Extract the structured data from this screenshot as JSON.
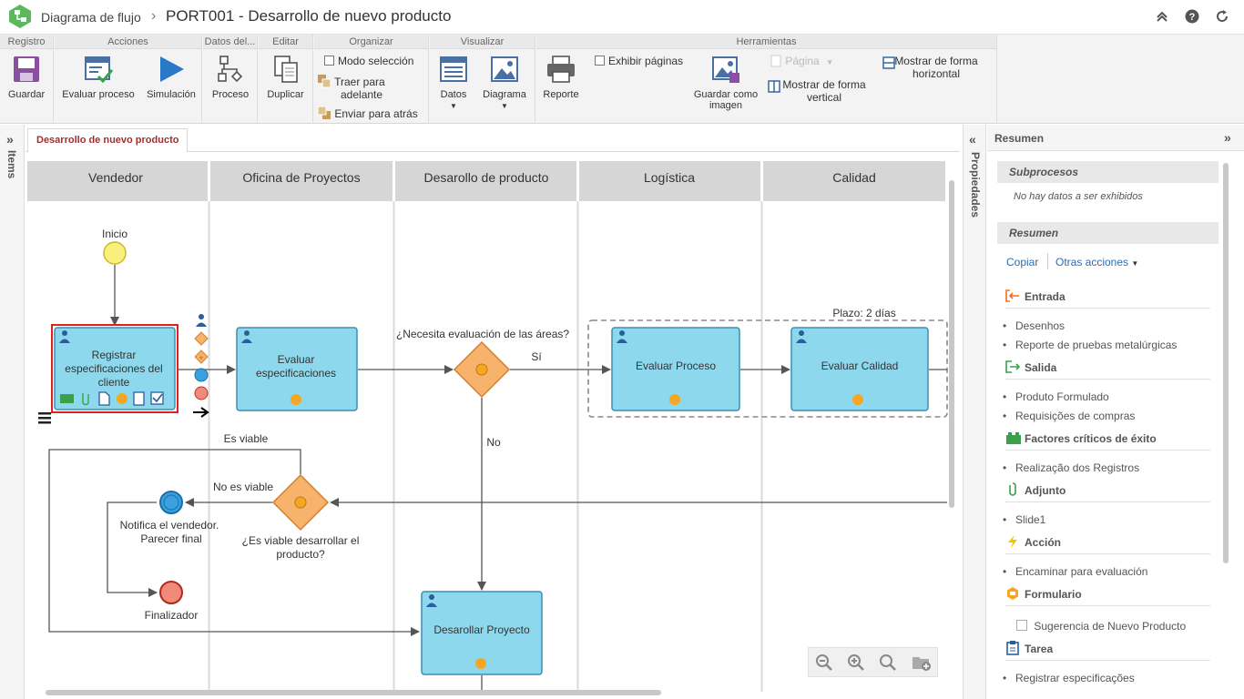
{
  "header": {
    "breadcrumb": "Diagrama de flujo",
    "title": "PORT001 - Desarrollo de nuevo producto"
  },
  "ribbon": {
    "groups": {
      "registro": "Registro",
      "acciones": "Acciones",
      "datos_del": "Datos del...",
      "editar": "Editar",
      "organizar": "Organizar",
      "visualizar": "Visualizar",
      "herramientas": "Herramientas"
    },
    "buttons": {
      "guardar": "Guardar",
      "evaluar_proceso": "Evaluar proceso",
      "simulacion": "Simulación",
      "proceso": "Proceso",
      "duplicar": "Duplicar",
      "modo_seleccion": "Modo selección",
      "traer_adelante_1": "Traer para",
      "traer_adelante_2": "adelante",
      "enviar_atras": "Enviar para atrás",
      "datos": "Datos",
      "diagrama": "Diagrama",
      "reporte": "Reporte",
      "exhibir_paginas": "Exhibir páginas",
      "guardar_imagen_1": "Guardar como",
      "guardar_imagen_2": "imagen",
      "pagina": "Página",
      "mostrar_vertical_1": "Mostrar de forma",
      "mostrar_vertical_2": "vertical",
      "mostrar_horizontal_1": "Mostrar de forma",
      "mostrar_horizontal_2": "horizontal"
    }
  },
  "panels": {
    "items": "Items",
    "propiedades": "Propiedades"
  },
  "document_tab": "Desarrollo de nuevo producto",
  "diagram": {
    "lanes": [
      "Vendedor",
      "Oficina de Proyectos",
      "Desarollo de producto",
      "Logística",
      "Calidad"
    ],
    "start_label": "Inicio",
    "tasks": {
      "registrar_1": "Registrar",
      "registrar_2": "especificaciones del",
      "registrar_3": "cliente",
      "evaluar_esp_1": "Evaluar",
      "evaluar_esp_2": "especificaciones",
      "evaluar_proceso": "Evaluar Proceso",
      "evaluar_calidad": "Evaluar Calidad",
      "desarrollar": "Desarollar Proyecto"
    },
    "gateway1_label": "¿Necesita evaluación de las áreas?",
    "gateway2_label_1": "¿Es viable desarrollar el",
    "gateway2_label_2": "producto?",
    "flow_si": "Sí",
    "flow_no": "No",
    "flow_es_viable": "Es viable",
    "flow_no_es_viable": "No es viable",
    "notify_1": "Notifica el vendedor.",
    "notify_2": "Parecer final",
    "end_label": "Finalizador",
    "group_label": "Plazo: 2 días"
  },
  "summary": {
    "panel_title": "Resumen",
    "subprocesos_title": "Subprocesos",
    "subprocesos_empty": "No hay datos a ser exhibidos",
    "resumen_title": "Resumen",
    "copiar": "Copiar",
    "otras_acciones": "Otras acciones",
    "sections": {
      "entrada": {
        "title": "Entrada",
        "items": [
          "Desenhos",
          "Reporte de pruebas metalúrgicas"
        ]
      },
      "salida": {
        "title": "Salida",
        "items": [
          "Produto Formulado",
          "Requisições de compras"
        ]
      },
      "factores": {
        "title": "Factores críticos de éxito",
        "items": [
          "Realização dos Registros"
        ]
      },
      "adjunto": {
        "title": "Adjunto",
        "items": [
          "Slide1"
        ]
      },
      "accion": {
        "title": "Acción",
        "items": [
          "Encaminar para evaluación"
        ]
      },
      "formulario": {
        "title": "Formulario",
        "items": [
          "Sugerencia de Nuevo Producto"
        ]
      },
      "tarea": {
        "title": "Tarea",
        "items": [
          "Registrar especificações"
        ]
      }
    }
  },
  "colors": {
    "task_fill": "#8dd8ec",
    "task_stroke": "#3a8fb0",
    "gateway_fill": "#f7b26c",
    "start_fill": "#f8f07a",
    "end_fill": "#f08a7a",
    "selected": "#e02020"
  }
}
